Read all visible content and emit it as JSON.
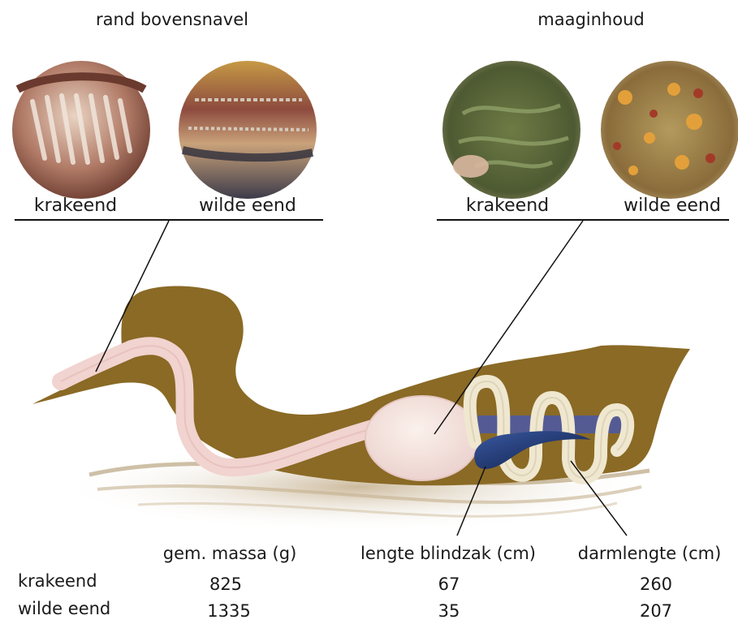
{
  "sections": {
    "bill_edge": {
      "title": "rand bovensnavel",
      "left_label": "krakeend",
      "right_label": "wilde eend"
    },
    "stomach": {
      "title": "maaginhoud",
      "left_label": "krakeend",
      "right_label": "wilde eend"
    }
  },
  "table": {
    "columns": [
      "gem. massa (g)",
      "lengte blindzak (cm)",
      "darmlengte (cm)"
    ],
    "rows": [
      {
        "name": "krakeend",
        "values": [
          "825",
          "67",
          "260"
        ]
      },
      {
        "name": "wilde eend",
        "values": [
          "1335",
          "35",
          "207"
        ]
      }
    ]
  },
  "colors": {
    "duck_body": "#8a6a25",
    "digestive_tract": "#f1d3cf",
    "caecum": "#16295e",
    "intestine": "#efe7cf",
    "water": "#c9b79a"
  }
}
